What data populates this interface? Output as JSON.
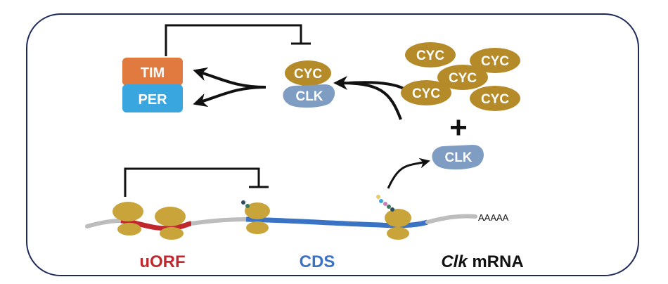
{
  "proteins": {
    "tim": "TIM",
    "per": "PER",
    "cyc": "CYC",
    "clk": "CLK"
  },
  "plus_sign": "+",
  "polyA": "AAAAA",
  "regions": {
    "uorf": "uORF",
    "cds": "CDS",
    "mrna_italic": "Clk",
    "mrna_rest": " mRNA"
  },
  "colors": {
    "frame": "#1f2a5c",
    "tim": "#e07a3e",
    "per": "#3aa6df",
    "cyc": "#b58b2a",
    "clk": "#7f9cc3",
    "ribosome": "#c9a43a",
    "uorf": "#c0282e",
    "cds": "#3b73c4",
    "mrna": "#bdbdbd",
    "arrow": "#111111"
  }
}
